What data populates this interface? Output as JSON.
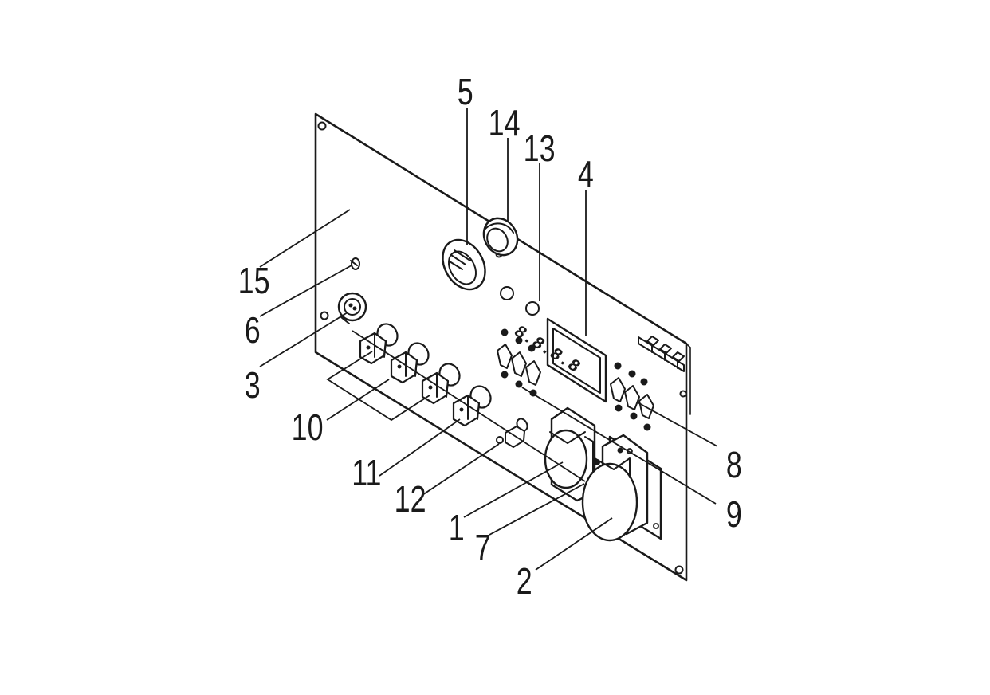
{
  "diagram": {
    "callouts": [
      {
        "id": "1",
        "label": "1"
      },
      {
        "id": "2",
        "label": "2"
      },
      {
        "id": "3",
        "label": "3"
      },
      {
        "id": "4",
        "label": "4"
      },
      {
        "id": "5",
        "label": "5"
      },
      {
        "id": "6",
        "label": "6"
      },
      {
        "id": "7",
        "label": "7"
      },
      {
        "id": "8",
        "label": "8"
      },
      {
        "id": "9",
        "label": "9"
      },
      {
        "id": "10",
        "label": "10"
      },
      {
        "id": "11",
        "label": "11"
      },
      {
        "id": "12",
        "label": "12"
      },
      {
        "id": "13",
        "label": "13"
      },
      {
        "id": "14",
        "label": "14"
      },
      {
        "id": "15",
        "label": "15"
      }
    ],
    "meter_display": "8.8.8.8"
  }
}
